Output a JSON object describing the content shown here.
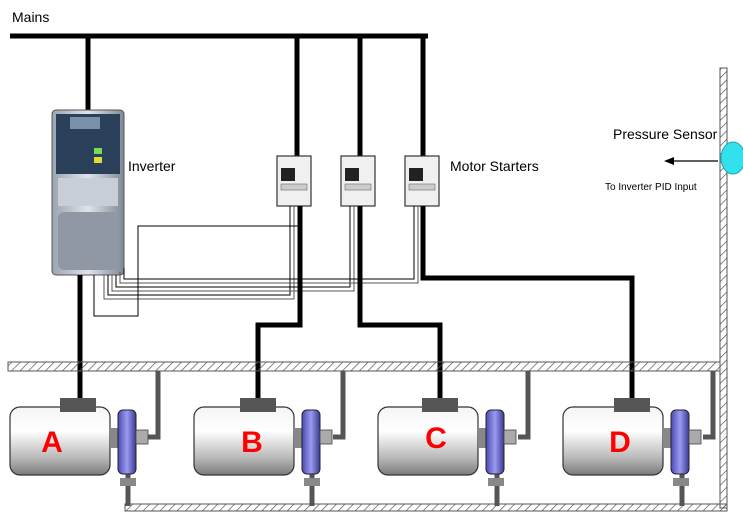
{
  "labels": {
    "mains": "Mains",
    "inverter": "Inverter",
    "motor_starters": "Motor Starters",
    "pressure_sensor": "Pressure Sensor",
    "pid_input": "To Inverter PID Input"
  },
  "motors": [
    {
      "letter": "A"
    },
    {
      "letter": "B"
    },
    {
      "letter": "C"
    },
    {
      "letter": "D"
    }
  ],
  "colors": {
    "motor_letter": "#ff0000",
    "sensor": "#33e0ee",
    "pump_blue": "#6060cc",
    "wire": "#000000"
  }
}
